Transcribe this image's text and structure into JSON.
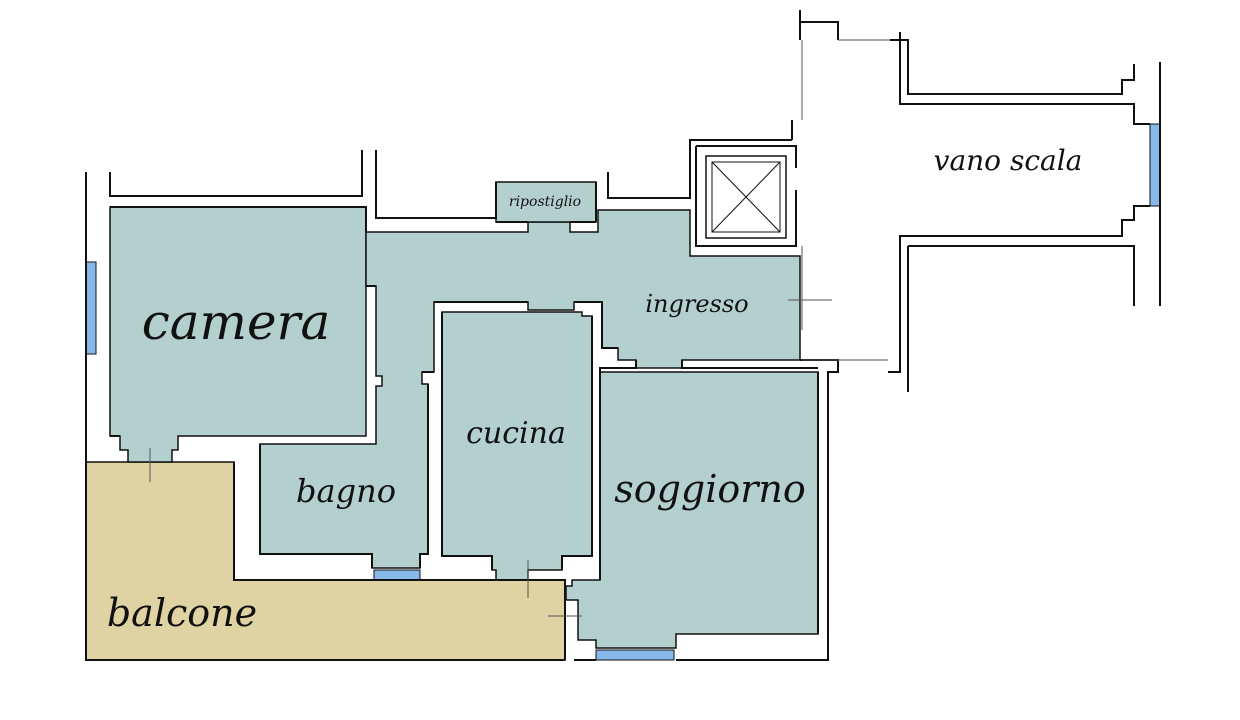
{
  "rooms": {
    "camera": "camera",
    "ripostiglio": "ripostiglio",
    "ingresso": "ingresso",
    "vano_scala": "vano scala",
    "cucina": "cucina",
    "bagno": "bagno",
    "soggiorno": "soggiorno",
    "balcone": "balcone"
  },
  "colors": {
    "room_fill": "#b3cfce",
    "balcony_fill": "#e0d3a3",
    "window": "#86b9e8",
    "wall": "#111111"
  }
}
